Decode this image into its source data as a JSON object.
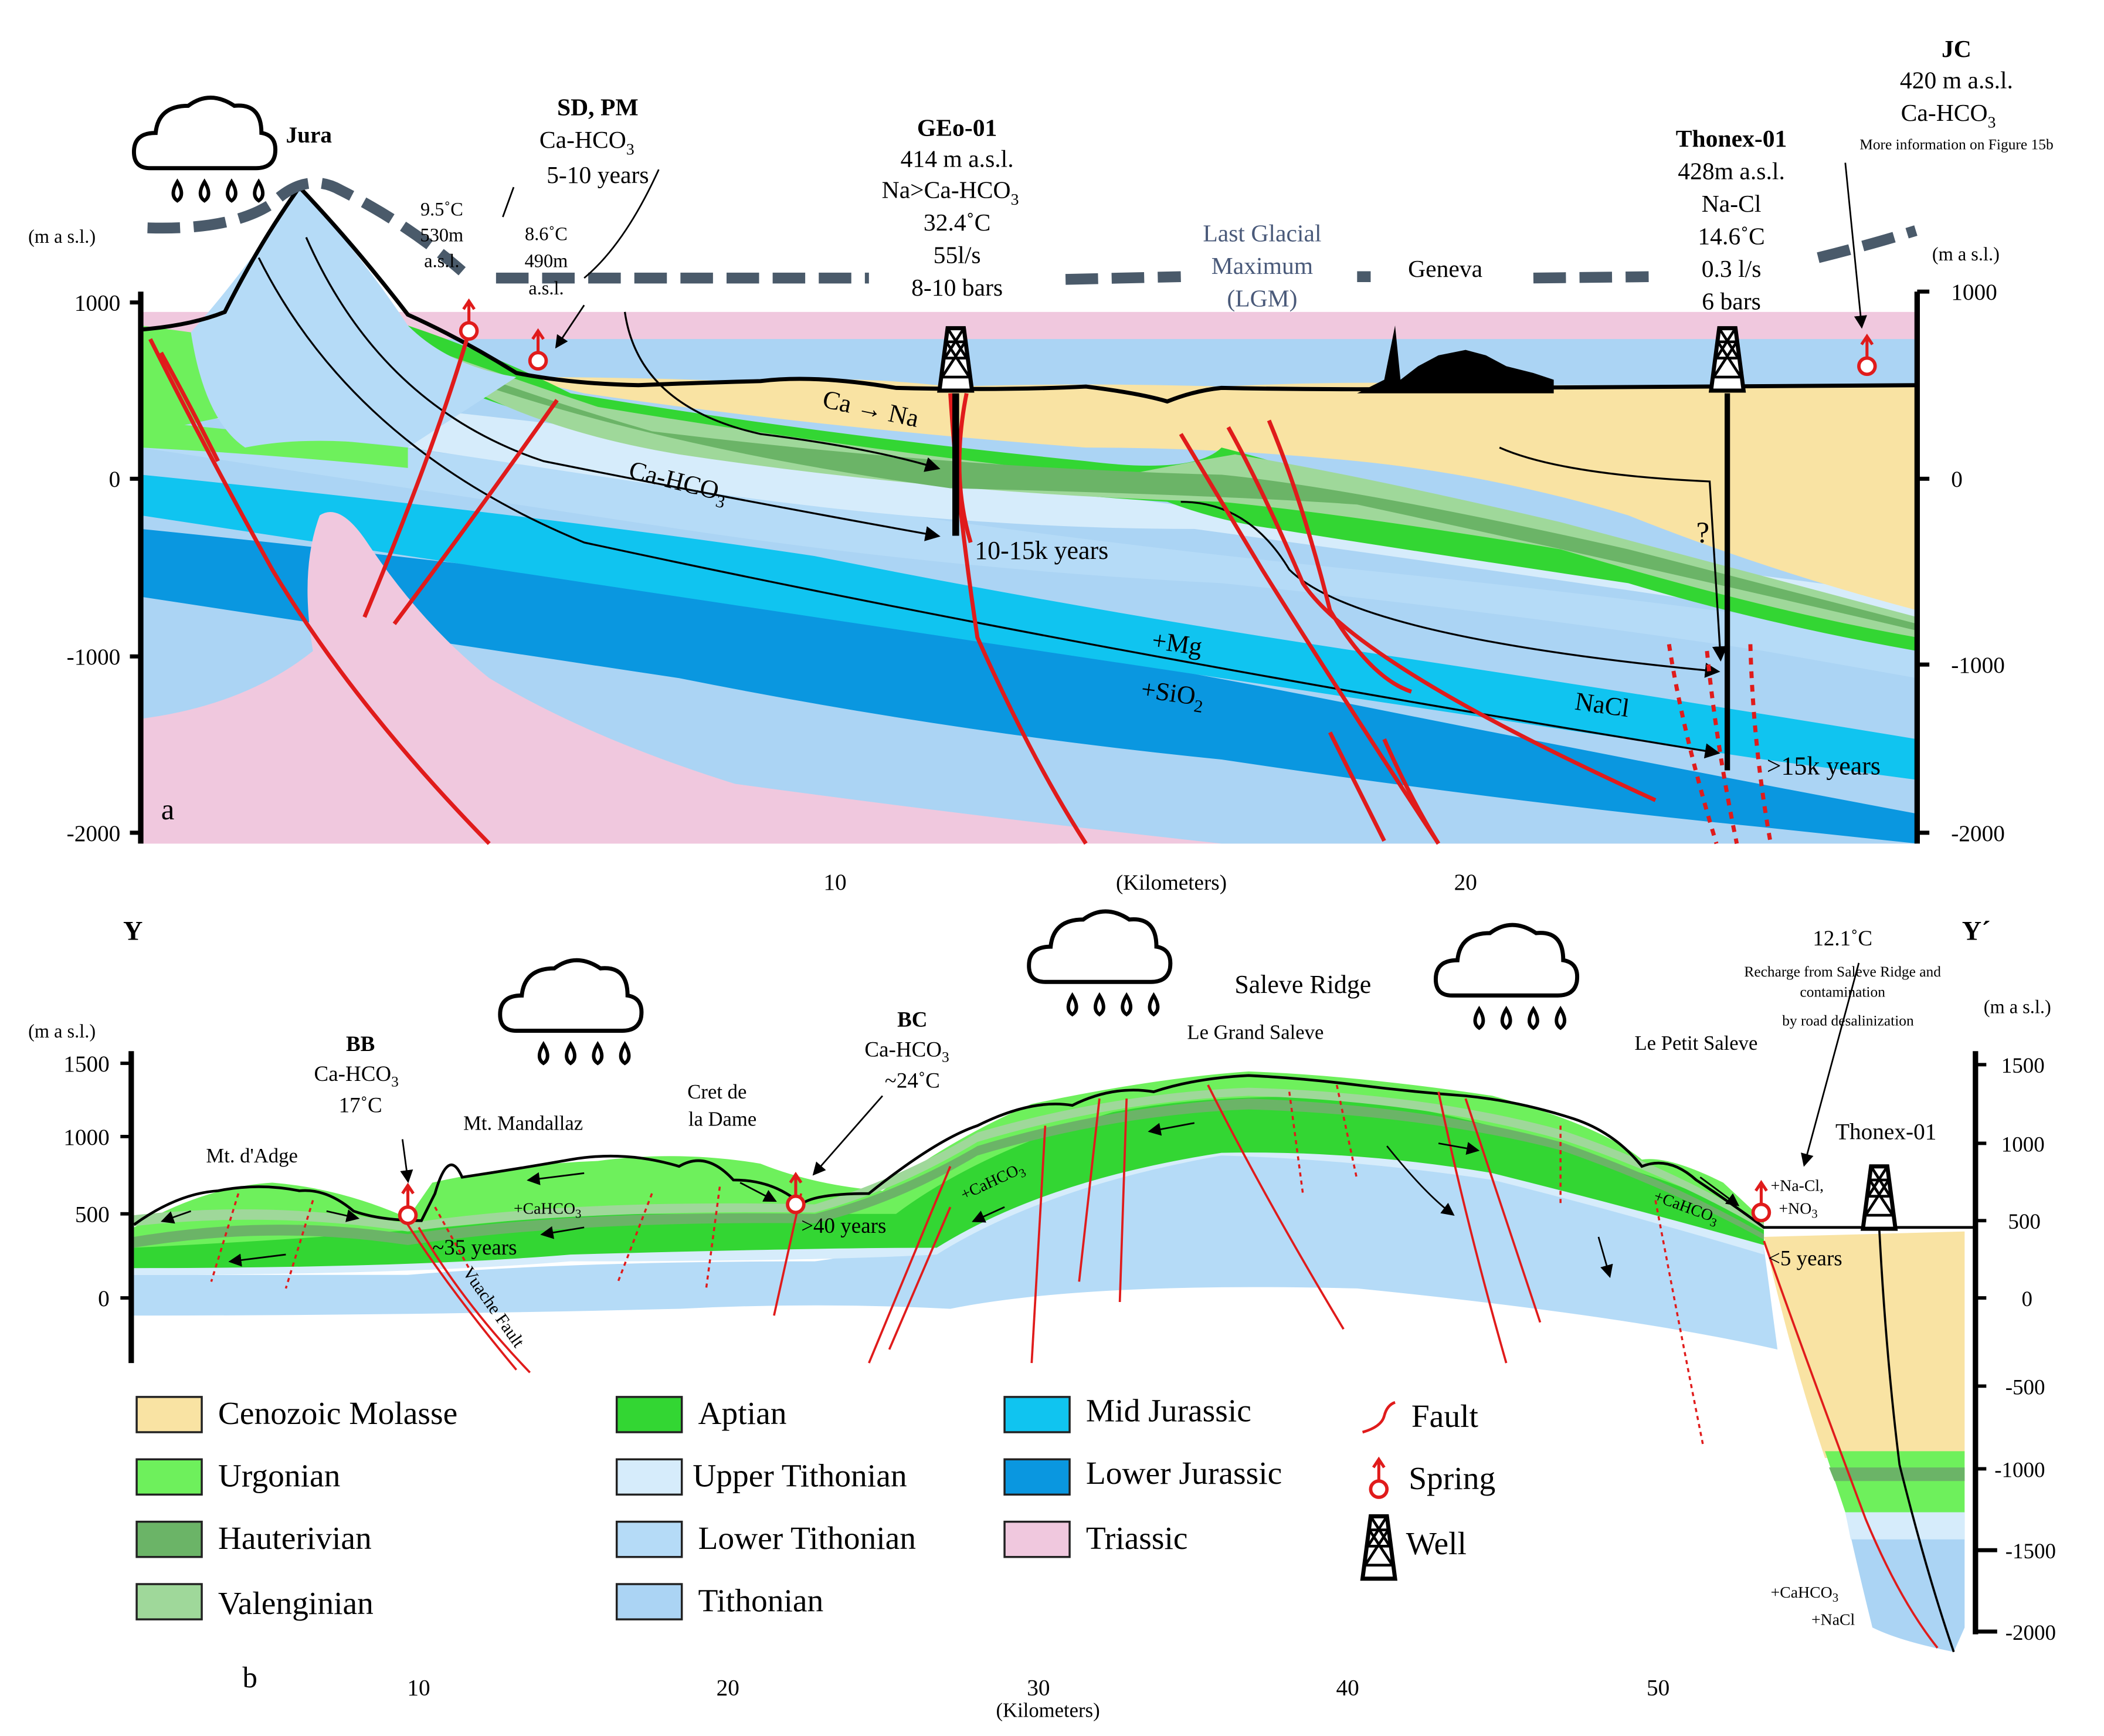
{
  "panel_a": {
    "letter": "a",
    "y_axis_unit_left": "(m a s.l.)",
    "y_axis_unit_right": "(m a s.l.)",
    "y_ticks_left": [
      "1000",
      "0",
      "-1000",
      "-2000"
    ],
    "y_ticks_right": [
      "1000",
      "0",
      "-1000",
      "-2000"
    ],
    "x_ticks": [
      "10",
      "20"
    ],
    "x_axis_label": "(Kilometers)",
    "jura_label": "Jura",
    "lgm_line1": "Last Glacial",
    "lgm_line2": "Maximum",
    "lgm_line3": "(LGM)",
    "geneva_label": "Geneva",
    "spring1": {
      "line1": "9.5˚C",
      "line2": "530m",
      "line3": "a.s.l."
    },
    "spring2": {
      "line1": "8.6˚C",
      "line2": "490m",
      "line3": "a.s.l."
    },
    "sd_pm": {
      "title": "SD, PM",
      "chem": "Ca-HCO",
      "sub": "3",
      "age": "5-10 years"
    },
    "geo01": {
      "title": "GEo-01",
      "line1": "414 m a.s.l.",
      "chem": "Na>Ca-HCO",
      "sub": "3",
      "temp": "32.4˚C",
      "flow": "55l/s",
      "pressure": "8-10 bars"
    },
    "thonex01": {
      "title": "Thonex-01",
      "line1": "428m a.s.l.",
      "chem": "Na-Cl",
      "temp": "14.6˚C",
      "flow": "0.3 l/s",
      "pressure": "6 bars"
    },
    "jc": {
      "title": "JC",
      "line1": "420 m a.s.l.",
      "chem": "Ca-HCO",
      "sub": "3",
      "note": "More information on Figure 15b"
    },
    "flow_labels": {
      "ca_na_a": "Ca",
      "ca_na_b": "Na",
      "cahco3_main": "Ca-HCO",
      "cahco3_sub": "3",
      "age_mid": "10-15k years",
      "mg": "+Mg",
      "sio2_main": "+SiO",
      "sio2_sub": "2",
      "nacl": "NaCl",
      "age_deep": ">15k years",
      "question": "?"
    }
  },
  "panel_b": {
    "letter": "b",
    "y_left": "Y",
    "y_right": "Y´",
    "y_axis_unit_left": "(m a s.l.)",
    "y_axis_unit_right": "(m a s.l.)",
    "y_ticks_left": [
      "1500",
      "1000",
      "500",
      "0"
    ],
    "y_ticks_right": [
      "1500",
      "1000",
      "500",
      "0",
      "-500",
      "-1000",
      "-1500",
      "-2000"
    ],
    "x_ticks": [
      "10",
      "20",
      "30",
      "40",
      "50"
    ],
    "x_axis_label": "(Kilometers)",
    "bb": {
      "title": "BB",
      "chem": "Ca-HCO",
      "sub": "3",
      "temp": "17˚C"
    },
    "bc": {
      "title": "BC",
      "chem": "Ca-HCO",
      "sub": "3",
      "temp": "~24˚C"
    },
    "mt_adge": "Mt. d'Adge",
    "mt_mandallaz": "Mt. Mandallaz",
    "cret1": "Cret de",
    "cret2": "la Dame",
    "saleve_ridge": "Saleve Ridge",
    "grand_saleve": "Le Grand Saleve",
    "petit_saleve": "Le Petit Saleve",
    "thonex": "Thonex-01",
    "recharge_temp": "12.1˚C",
    "recharge1": "Recharge from Saleve Ridge and",
    "recharge2": "contamination",
    "recharge3": "by road desalinization",
    "vuache_fault": "Vuache Fault",
    "age_35": "~35 years",
    "age_40": ">40 years",
    "age_5": "<5 years",
    "cahco3_a": "+CaHCO",
    "cahco3_b": "+CaHCO",
    "cahco3_c": "+CaHCO",
    "cahco3_sub": "3",
    "nacl_no3_1": "+Na-Cl,",
    "nacl_no3_2": "+NO",
    "deep_1": "+CaHCO",
    "deep_2": "+NaCl"
  },
  "legend": [
    {
      "label": "Cenozoic Molasse",
      "color": "#f9e3a3"
    },
    {
      "label": "Urgonian",
      "color": "#6ef05c"
    },
    {
      "label": "Hauterivian",
      "color": "#6bb467"
    },
    {
      "label": "Valenginian",
      "color": "#9fd89a"
    },
    {
      "label": "Aptian",
      "color": "#33d633"
    },
    {
      "label": "Upper Tithonian",
      "color": "#d6ecfb"
    },
    {
      "label": "Lower Tithonian",
      "color": "#b5dbf7"
    },
    {
      "label": "Tithonian",
      "color": "#abd4f4"
    },
    {
      "label": "Mid Jurassic",
      "color": "#10c4f0"
    },
    {
      "label": "Lower Jurassic",
      "color": "#0a97e0"
    },
    {
      "label": "Triassic",
      "color": "#f0c8de"
    }
  ],
  "legend_symbols": {
    "fault": "Fault",
    "spring": "Spring",
    "well": "Well"
  },
  "colors": {
    "fault": "#e01b1b",
    "lgm": "#4a5a6a",
    "molasse": "#f9e3a3",
    "triassic": "#f0c8de"
  }
}
